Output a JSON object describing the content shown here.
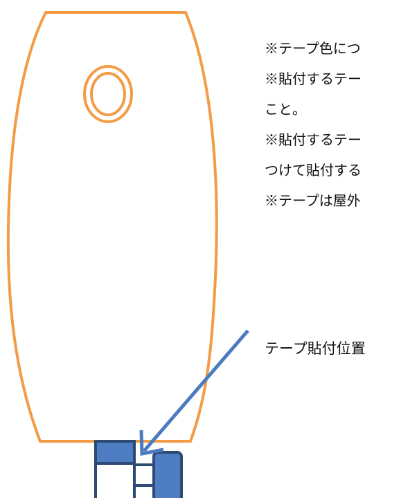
{
  "notes": [
    "※テープ色につ",
    "※貼付するテー",
    "こと。",
    "※貼付するテー",
    "つけて貼付する",
    "※テープは屋外"
  ],
  "callout": {
    "label": "テープ貼付位置"
  },
  "colors": {
    "body_outline": "#F39B45",
    "arrow": "#4A7BC0",
    "part_fill": "#4E7DC3",
    "part_outline": "#2C4A73"
  }
}
